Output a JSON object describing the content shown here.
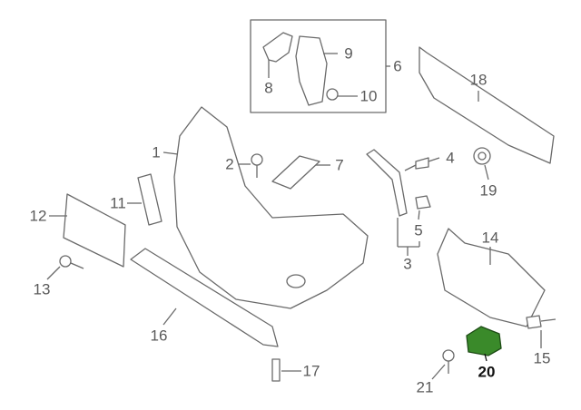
{
  "diagram": {
    "highlight_color": "#3a8a2a",
    "line_color": "#6a6a6a",
    "highlighted_part": "20",
    "labels": [
      "1",
      "2",
      "3",
      "4",
      "5",
      "6",
      "7",
      "8",
      "9",
      "10",
      "11",
      "12",
      "13",
      "14",
      "15",
      "16",
      "17",
      "18",
      "19",
      "20",
      "21"
    ]
  }
}
